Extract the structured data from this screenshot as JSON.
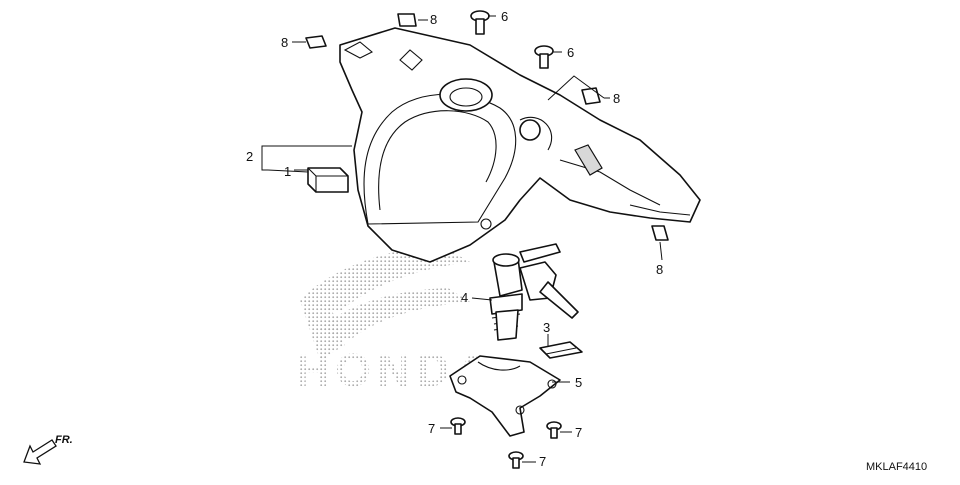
{
  "diagram": {
    "watermark_text": "HONDA",
    "reference_code": "MKLAF4410",
    "front_label": "FR.",
    "callouts": [
      {
        "id": "c2",
        "label": "2"
      },
      {
        "id": "c1",
        "label": "1"
      },
      {
        "id": "c8a",
        "label": "8"
      },
      {
        "id": "c8b",
        "label": "8"
      },
      {
        "id": "c8c",
        "label": "8"
      },
      {
        "id": "c8d",
        "label": "8"
      },
      {
        "id": "c6a",
        "label": "6"
      },
      {
        "id": "c6b",
        "label": "6"
      },
      {
        "id": "c4",
        "label": "4"
      },
      {
        "id": "c3",
        "label": "3"
      },
      {
        "id": "c5",
        "label": "5"
      },
      {
        "id": "c7a",
        "label": "7"
      },
      {
        "id": "c7b",
        "label": "7"
      },
      {
        "id": "c7c",
        "label": "7"
      }
    ]
  }
}
